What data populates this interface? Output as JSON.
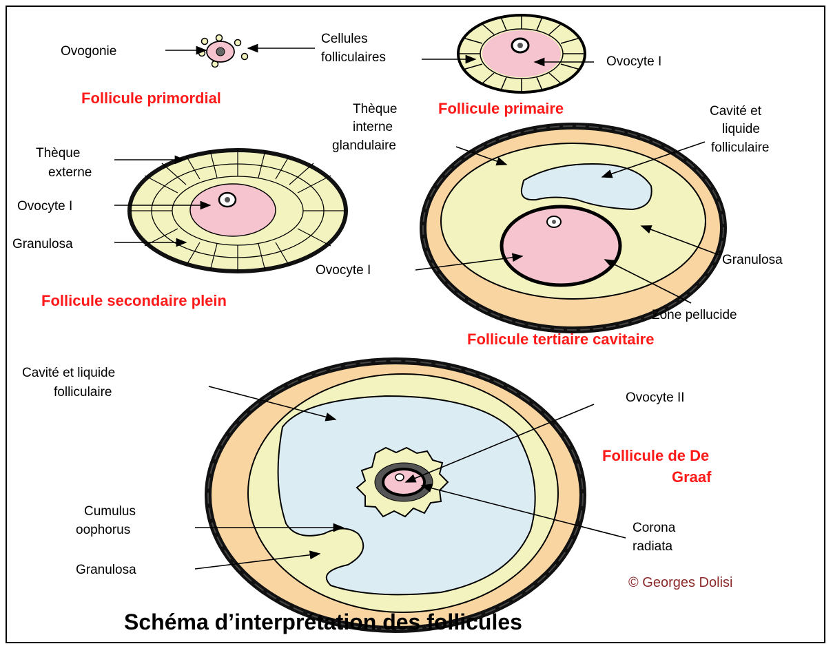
{
  "colors": {
    "title_red": "#ff1a1a",
    "theca": "#f9d5a2",
    "granulosa": "#f3f3bf",
    "oocyte": "#f6c4ce",
    "cavity": "#dcecf3",
    "outline": "#1a1a1a"
  },
  "titles": {
    "primordial": "Follicule primordial",
    "primaire": "Follicule primaire",
    "secondaire": "Follicule secondaire plein",
    "tertiaire": "Follicule tertiaire cavitaire",
    "degraaf_line1": "Follicule de De",
    "degraaf_line2": "Graaf"
  },
  "labels": {
    "ovogonie": "Ovogonie",
    "cellules_line1": "Cellules",
    "cellules_line2": "folliculaires",
    "ovocyte_primaire": "Ovocyte I",
    "theque_interne_line1": "Thèque",
    "theque_interne_line2": "interne",
    "theque_interne_line3": "glandulaire",
    "cavite_tert_line1": "Cavité et",
    "cavite_tert_line2": "liquide",
    "cavite_tert_line3": "folliculaire",
    "theque_externe_line1": "Thèque",
    "theque_externe_line2": "externe",
    "ovocyte_sec": "Ovocyte I",
    "granulosa_sec": "Granulosa",
    "ovocyte_tert": "Ovocyte I",
    "granulosa_tert": "Granulosa",
    "zone_pellucide": "Zone pellucide",
    "cavite_dg_line1": "Cavité et liquide",
    "cavite_dg_line2": "folliculaire",
    "ovocyte_ii": "Ovocyte II",
    "cumulus_line1": "Cumulus",
    "cumulus_line2": "oophorus",
    "corona_line1": "Corona",
    "corona_line2": "radiata",
    "granulosa_dg": "Granulosa"
  },
  "copyright": "© Georges Dolisi",
  "main_title": "Schéma d’interprétation des follicules"
}
